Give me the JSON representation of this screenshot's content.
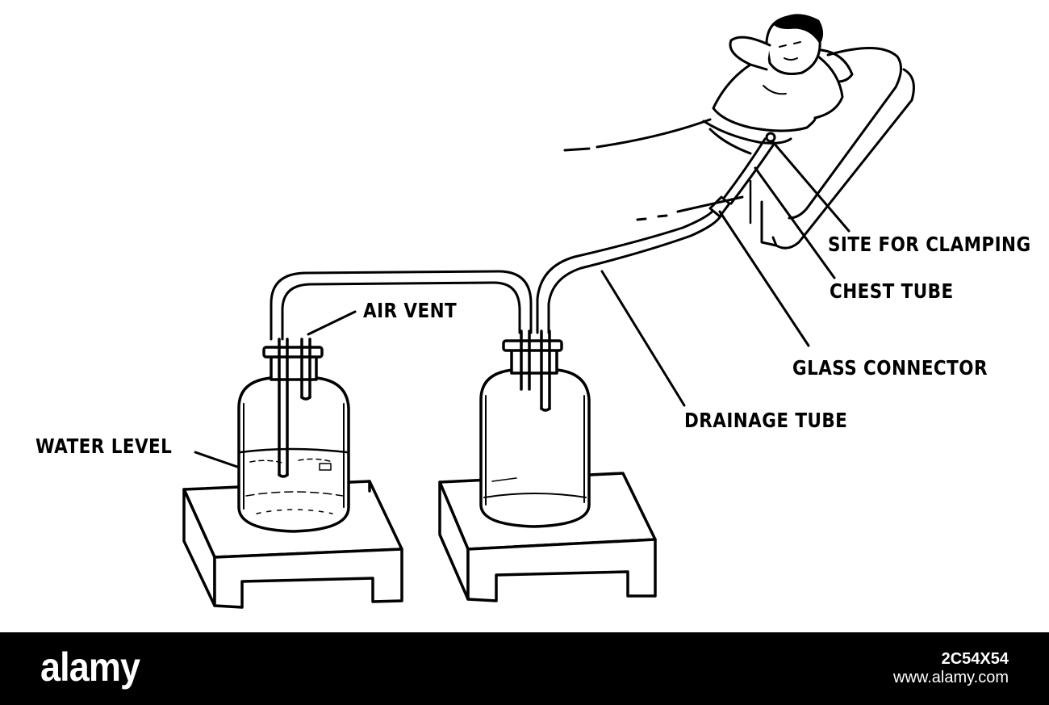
{
  "diagram": {
    "labels": {
      "site_for_clamping": "SITE FOR CLAMPING",
      "chest_tube": "CHEST TUBE",
      "glass_connector": "GLASS CONNECTOR",
      "drainage_tube": "DRAINAGE TUBE",
      "air_vent": "AIR VENT",
      "water_level": "WATER LEVEL"
    },
    "ink_color": "#000000",
    "background_color": "#ffffff"
  },
  "footer": {
    "brand": "alamy",
    "image_code": "2C54X54",
    "site": "www.alamy.com",
    "background_color": "#000000"
  }
}
